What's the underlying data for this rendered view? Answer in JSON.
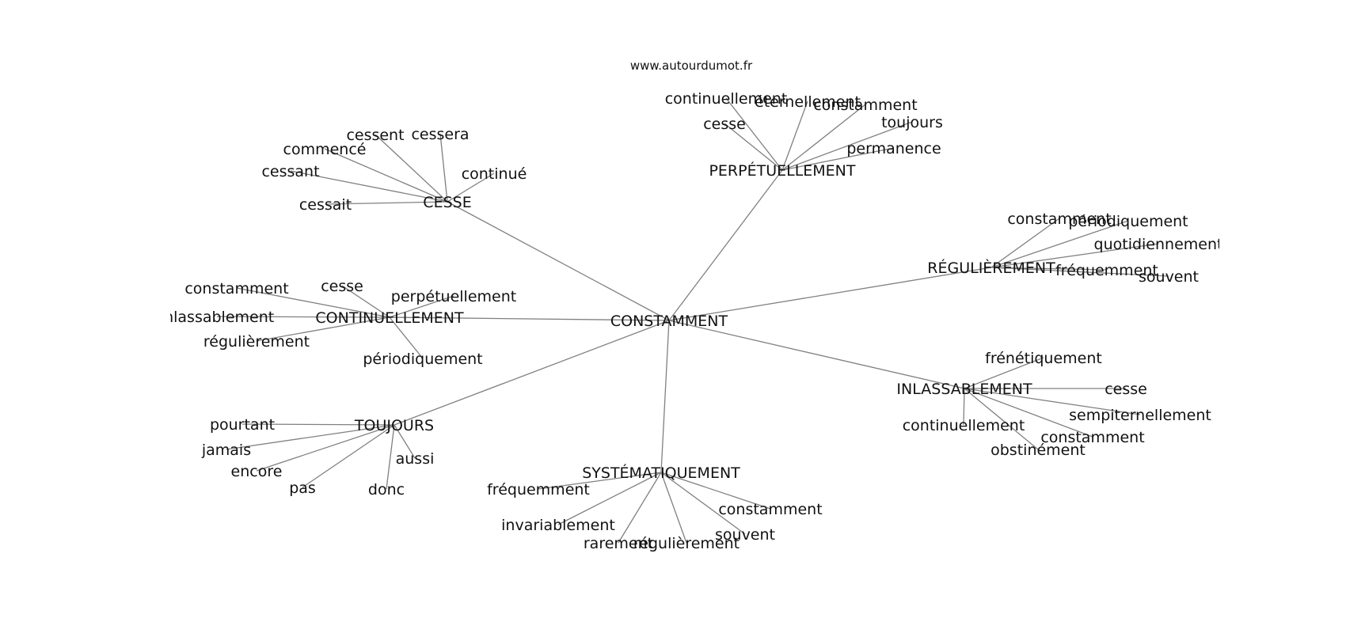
{
  "source": "www.autourdumot.fr",
  "center": "CONSTAMMENT",
  "hubs": [
    {
      "label": "CESSE",
      "words": [
        "cessent",
        "cessera",
        "commencé",
        "cessant",
        "cessait",
        "continué"
      ]
    },
    {
      "label": "PERPÉTUELLEMENT",
      "words": [
        "continuellement",
        "éternellement",
        "constamment",
        "cesse",
        "toujours",
        "permanence"
      ]
    },
    {
      "label": "RÉGULIÈREMENT",
      "words": [
        "constamment",
        "périodiquement",
        "quotidiennement",
        "fréquemment",
        "souvent"
      ]
    },
    {
      "label": "CONTINUELLEMENT",
      "words": [
        "constamment",
        "cesse",
        "perpétuellement",
        "inlassablement",
        "régulièrement",
        "périodiquement"
      ]
    },
    {
      "label": "INLASSABLEMENT",
      "words": [
        "frénétiquement",
        "cesse",
        "sempiternellement",
        "constamment",
        "continuellement",
        "obstinément"
      ]
    },
    {
      "label": "TOUJOURS",
      "words": [
        "pourtant",
        "jamais",
        "encore",
        "pas",
        "donc",
        "aussi"
      ]
    },
    {
      "label": "SYSTÉMATIQUEMENT",
      "words": [
        "fréquemment",
        "invariablement",
        "rarement",
        "régulièrement",
        "souvent",
        "constamment"
      ]
    }
  ]
}
